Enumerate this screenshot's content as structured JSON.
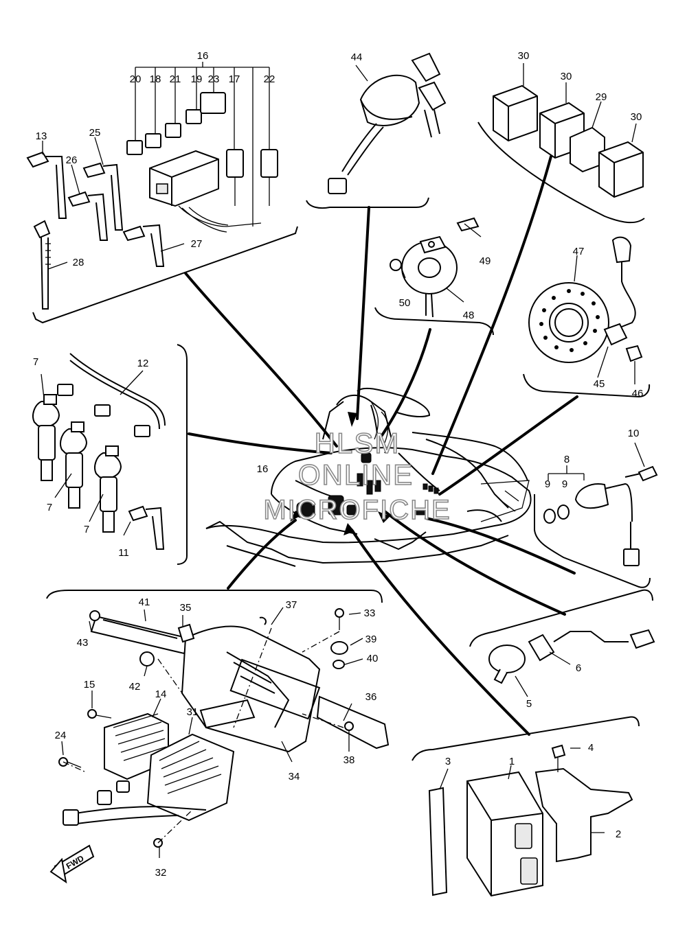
{
  "watermark": [
    "HLSM",
    "ONLINE",
    "MICROFICHE"
  ],
  "fwd_label": "FWD",
  "callouts": {
    "c16": "16",
    "c20": "20",
    "c18": "18",
    "c21": "21",
    "c19": "19",
    "c23": "23",
    "c17": "17",
    "c22": "22",
    "c13": "13",
    "c25": "25",
    "c26": "26",
    "c27": "27",
    "c28": "28",
    "c44": "44",
    "c30a": "30",
    "c30b": "30",
    "c29": "29",
    "c30c": "30",
    "c49": "49",
    "c50": "50",
    "c48": "48",
    "c47": "47",
    "c45": "45",
    "c46": "46",
    "c7a": "7",
    "c12": "12",
    "c7b": "7",
    "c7c": "7",
    "c11": "11",
    "c16b": "16",
    "c10": "10",
    "c8": "8",
    "c9a": "9",
    "c9b": "9",
    "c41": "41",
    "c35": "35",
    "c37": "37",
    "c33": "33",
    "c43": "43",
    "c39": "39",
    "c40": "40",
    "c42": "42",
    "c15": "15",
    "c14": "14",
    "c36": "36",
    "c31": "31",
    "c24": "24",
    "c38": "38",
    "c34": "34",
    "c32": "32",
    "c6": "6",
    "c5": "5",
    "c4": "4",
    "c3": "3",
    "c1": "1",
    "c2": "2"
  }
}
